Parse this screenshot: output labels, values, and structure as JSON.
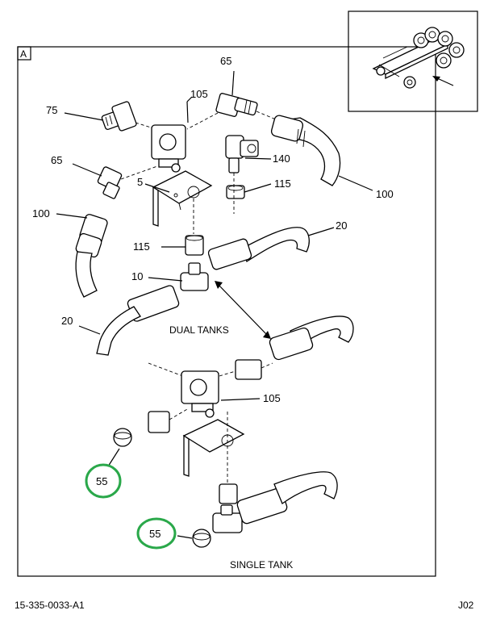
{
  "frame_label": "A",
  "callouts": {
    "c65a": "65",
    "c105a": "105",
    "c75": "75",
    "c65b": "65",
    "c140": "140",
    "c5": "5",
    "c115a": "115",
    "c100a": "100",
    "c100b": "100",
    "c20a": "20",
    "c115b": "115",
    "c10": "10",
    "c20b": "20",
    "c105b": "105",
    "c55a": "55",
    "c55b": "55"
  },
  "captions": {
    "dual_tanks": "DUAL TANKS",
    "single_tank": "SINGLE TANK"
  },
  "footer": {
    "doc_id": "15-335-0033-A1",
    "sheet_id": "J02"
  },
  "colors": {
    "highlight_circle": "#2aa84a",
    "line": "#000000",
    "background": "#ffffff"
  },
  "icons": {
    "orientation_inset": "truck-chassis-icon"
  }
}
